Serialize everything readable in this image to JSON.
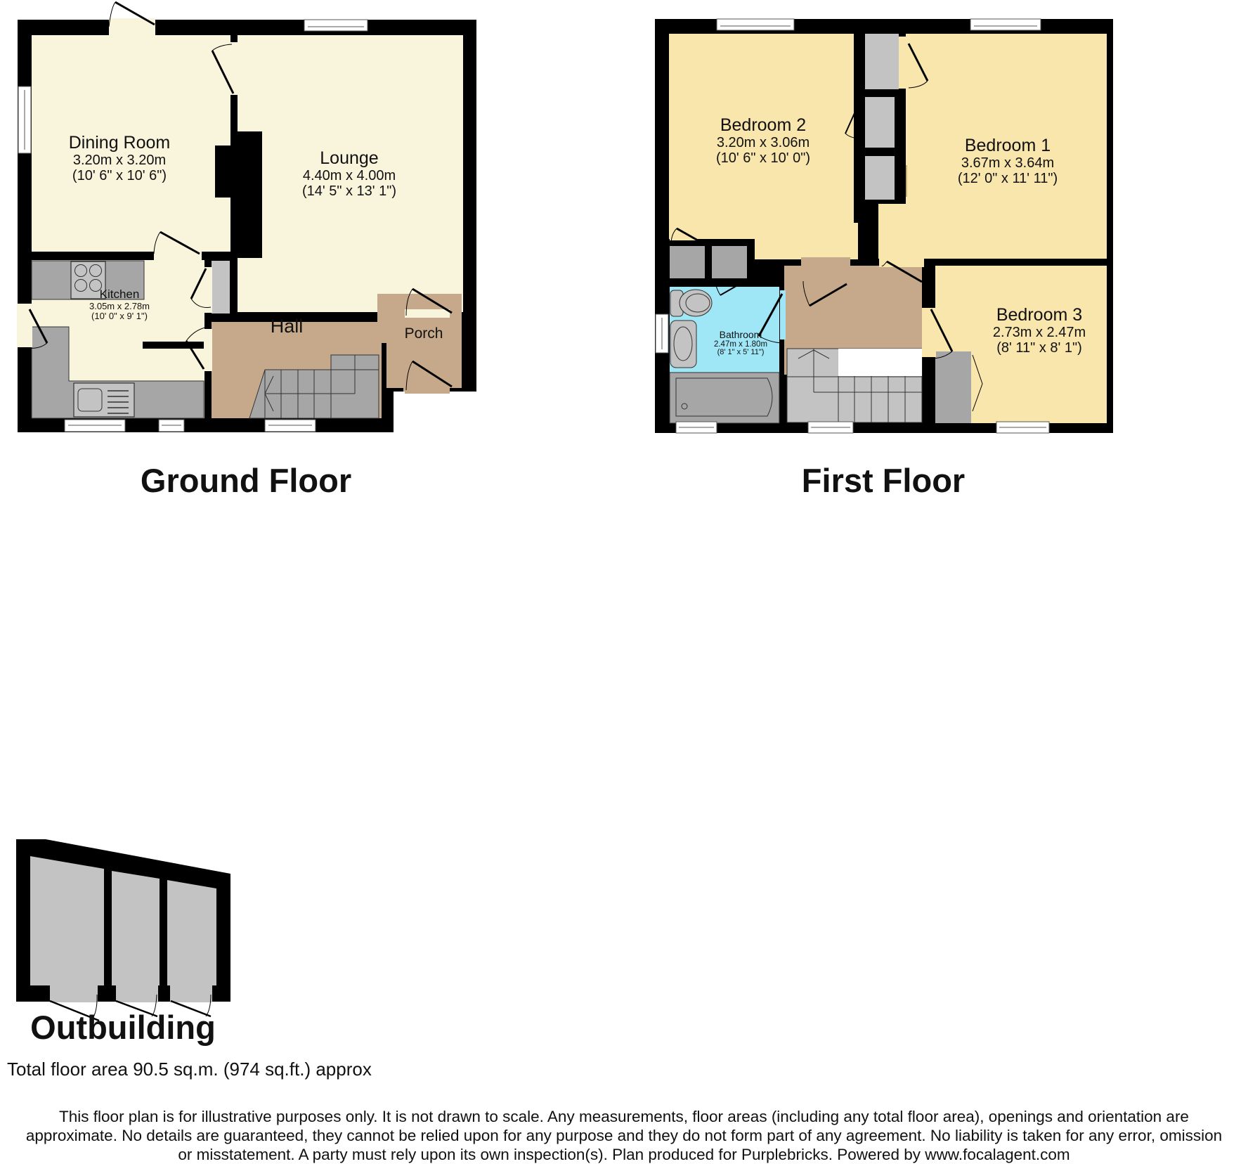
{
  "colors": {
    "wall": "#000000",
    "living_cream": "#f9f4dc",
    "bedroom_yellow": "#f8e6ac",
    "hall_tan": "#c6a98b",
    "bathroom_blue": "#9fe6f6",
    "fixture_gray": "#a6a6a6",
    "storage_gray": "#c3c3c3",
    "window_white": "#ffffff"
  },
  "ground_floor": {
    "title": "Ground Floor",
    "rooms": [
      {
        "name": "Dining Room",
        "metric": "3.20m x 3.20m",
        "imperial": "(10' 6\" x 10' 6\")"
      },
      {
        "name": "Lounge",
        "metric": "4.40m x 4.00m",
        "imperial": "(14' 5\" x 13' 1\")"
      },
      {
        "name": "Kitchen",
        "metric": "3.05m x 2.78m",
        "imperial": "(10' 0\" x 9' 1\")"
      },
      {
        "name": "Hall"
      },
      {
        "name": "Porch"
      }
    ]
  },
  "first_floor": {
    "title": "First Floor",
    "rooms": [
      {
        "name": "Bedroom 2",
        "metric": "3.20m x 3.06m",
        "imperial": "(10' 6\" x 10' 0\")"
      },
      {
        "name": "Bedroom 1",
        "metric": "3.67m x 3.64m",
        "imperial": "(12' 0\" x 11' 11\")"
      },
      {
        "name": "Bathroom",
        "metric": "2.47m x 1.80m",
        "imperial": "(8' 1\" x 5' 11\")"
      },
      {
        "name": "Bedroom 3",
        "metric": "2.73m x 2.47m",
        "imperial": "(8' 11\" x 8' 1\")"
      }
    ]
  },
  "outbuilding": {
    "title": "Outbuilding"
  },
  "total_area": "Total floor area 90.5 sq.m. (974 sq.ft.) approx",
  "disclaimer": {
    "lines": [
      "This floor plan is for illustrative purposes only. It is not drawn to scale. Any measurements, floor areas (including any total floor area), openings and orientation are",
      "approximate. No details are guaranteed, they cannot be relied upon for any purpose and they do not form part of any agreement. No liability is taken for any error, omission",
      "or misstatement. A party must rely upon its own inspection(s). Plan produced for Purplebricks. Powered by www.focalagent.com"
    ]
  }
}
